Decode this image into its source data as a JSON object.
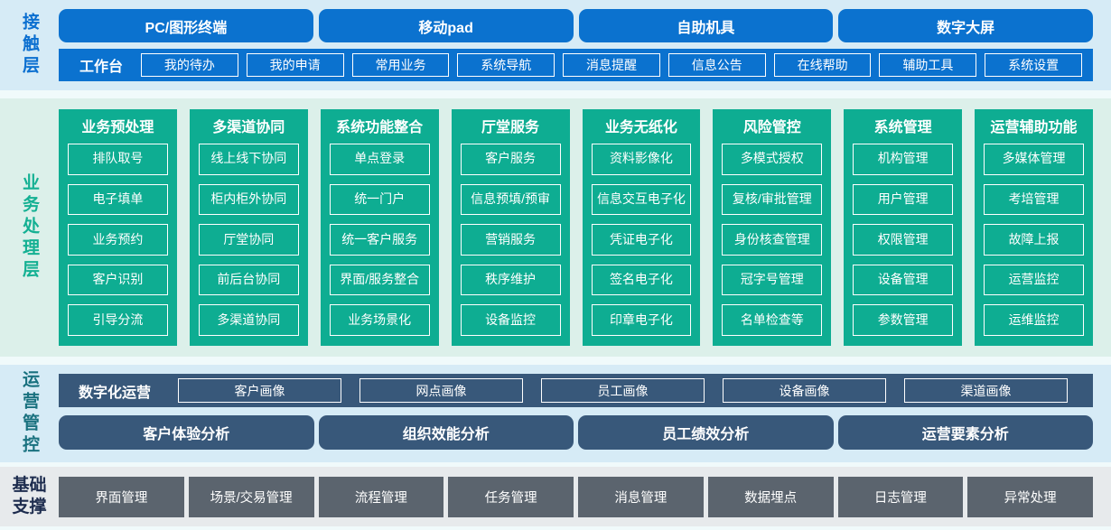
{
  "colors": {
    "blue": "#0b72cf",
    "teal": "#0ead92",
    "slate": "#38587a",
    "grey-box": "#5b646e",
    "bg-light-blue": "#d6ebf6",
    "bg-mint": "#dcf0ea",
    "bg-grey": "#e7eaec",
    "sep": "#f0fafb",
    "label-blue": "#0b6fd0",
    "label-green": "#14b093",
    "label-teal": "#19717f",
    "label-navy": "#1d2c4e"
  },
  "contact": {
    "label": "接触层",
    "channels": [
      "PC/图形终端",
      "移动pad",
      "自助机具",
      "数字大屏"
    ],
    "workbench": {
      "label": "工作台",
      "items": [
        "我的待办",
        "我的申请",
        "常用业务",
        "系统导航",
        "消息提醒",
        "信息公告",
        "在线帮助",
        "辅助工具",
        "系统设置"
      ]
    }
  },
  "business": {
    "label": "业务处理层",
    "columns": [
      {
        "title": "业务预处理",
        "items": [
          "排队取号",
          "电子填单",
          "业务预约",
          "客户识别",
          "引导分流"
        ]
      },
      {
        "title": "多渠道协同",
        "items": [
          "线上线下协同",
          "柜内柜外协同",
          "厅堂协同",
          "前后台协同",
          "多渠道协同"
        ]
      },
      {
        "title": "系统功能整合",
        "items": [
          "单点登录",
          "统一门户",
          "统一客户服务",
          "界面/服务整合",
          "业务场景化"
        ]
      },
      {
        "title": "厅堂服务",
        "items": [
          "客户服务",
          "信息预填/预审",
          "营销服务",
          "秩序维护",
          "设备监控"
        ]
      },
      {
        "title": "业务无纸化",
        "items": [
          "资料影像化",
          "信息交互电子化",
          "凭证电子化",
          "签名电子化",
          "印章电子化"
        ]
      },
      {
        "title": "风险管控",
        "items": [
          "多模式授权",
          "复核/审批管理",
          "身份核查管理",
          "冠字号管理",
          "名单检查等"
        ]
      },
      {
        "title": "系统管理",
        "items": [
          "机构管理",
          "用户管理",
          "权限管理",
          "设备管理",
          "参数管理"
        ]
      },
      {
        "title": "运营辅助功能",
        "items": [
          "多媒体管理",
          "考培管理",
          "故障上报",
          "运营监控",
          "运维监控"
        ]
      }
    ]
  },
  "operations": {
    "label": "运营管控",
    "digital": {
      "label": "数字化运营",
      "items": [
        "客户画像",
        "网点画像",
        "员工画像",
        "设备画像",
        "渠道画像"
      ]
    },
    "analysis": [
      "客户体验分析",
      "组织效能分析",
      "员工绩效分析",
      "运营要素分析"
    ]
  },
  "foundation": {
    "label": "基础支撑",
    "items": [
      "界面管理",
      "场景/交易管理",
      "流程管理",
      "任务管理",
      "消息管理",
      "数据埋点",
      "日志管理",
      "异常处理"
    ]
  }
}
